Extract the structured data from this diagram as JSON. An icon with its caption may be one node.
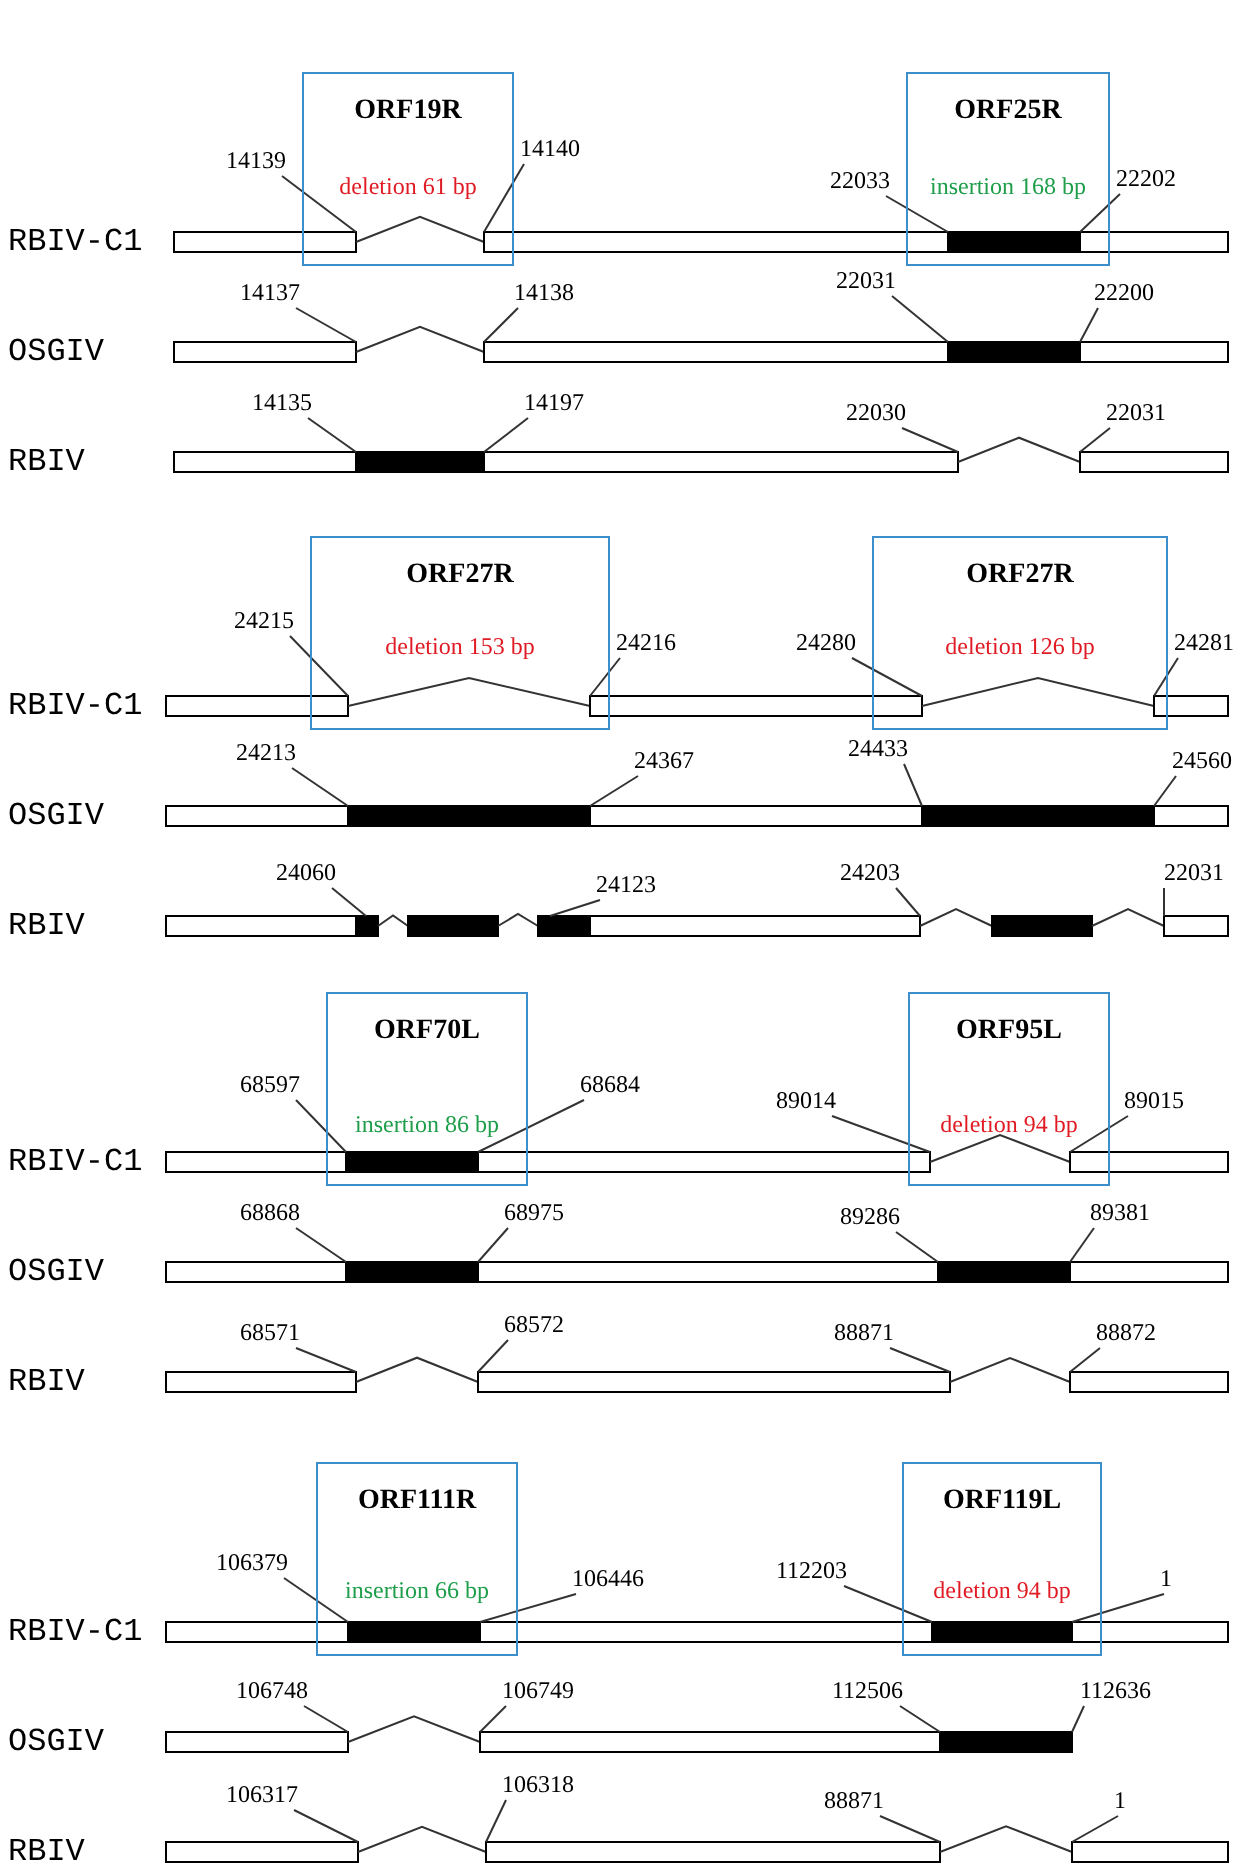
{
  "diagram": {
    "nodes": [
      {
        "text": [
          "ORF19R",
          "deletion 61 bp"
        ]
      },
      {
        "text": [
          "ORF25R",
          "insertion 168 bp"
        ]
      },
      {
        "text": [
          "14139"
        ]
      },
      {
        "text": [
          "14140"
        ]
      },
      {
        "text": [
          "22033"
        ]
      },
      {
        "text": [
          "22202"
        ]
      },
      {
        "text": [
          "14137"
        ]
      },
      {
        "text": [
          "14138"
        ]
      },
      {
        "text": [
          "22031"
        ]
      },
      {
        "text": [
          "22200"
        ]
      },
      {
        "text": [
          "14135"
        ]
      },
      {
        "text": [
          "14197"
        ]
      },
      {
        "text": [
          "22030"
        ]
      },
      {
        "text": [
          "22031"
        ]
      },
      {
        "text": [
          "ORF27R",
          "deletion 153 bp"
        ]
      },
      {
        "text": [
          "ORF27R",
          "deletion 126 bp"
        ]
      },
      {
        "text": [
          "24215"
        ]
      },
      {
        "text": [
          "24216"
        ]
      },
      {
        "text": [
          "24280"
        ]
      },
      {
        "text": [
          "24281"
        ]
      },
      {
        "text": [
          "24213"
        ]
      },
      {
        "text": [
          "24367"
        ]
      },
      {
        "text": [
          "24433"
        ]
      },
      {
        "text": [
          "24560"
        ]
      },
      {
        "text": [
          "24060"
        ]
      },
      {
        "text": [
          "24123"
        ]
      },
      {
        "text": [
          "24203"
        ]
      },
      {
        "text": [
          "22031"
        ]
      },
      {
        "text": [
          "ORF70L",
          "insertion 86 bp"
        ]
      },
      {
        "text": [
          "ORF95L",
          "deletion 94 bp"
        ]
      },
      {
        "text": [
          "68597"
        ]
      },
      {
        "text": [
          "68684"
        ]
      },
      {
        "text": [
          "89014"
        ]
      },
      {
        "text": [
          "89015"
        ]
      },
      {
        "text": [
          "68868"
        ]
      },
      {
        "text": [
          "68975"
        ]
      },
      {
        "text": [
          "89286"
        ]
      },
      {
        "text": [
          "89381"
        ]
      },
      {
        "text": [
          "68571"
        ]
      },
      {
        "text": [
          "68572"
        ]
      },
      {
        "text": [
          "88871"
        ]
      },
      {
        "text": [
          "88872"
        ]
      },
      {
        "text": [
          "ORF111R",
          "insertion 66 bp"
        ]
      },
      {
        "text": [
          "ORF119L",
          "deletion 94 bp"
        ]
      },
      {
        "text": [
          "106379"
        ]
      },
      {
        "text": [
          "106446"
        ]
      },
      {
        "text": [
          "112203"
        ]
      },
      {
        "text": [
          "1"
        ]
      },
      {
        "text": [
          "106748"
        ]
      },
      {
        "text": [
          "106749"
        ]
      },
      {
        "text": [
          "112506"
        ]
      },
      {
        "text": [
          "112636"
        ]
      },
      {
        "text": [
          "106317"
        ]
      },
      {
        "text": [
          "106318"
        ]
      },
      {
        "text": [
          "88871"
        ]
      },
      {
        "text": [
          "1"
        ]
      },
      {
        "text": [],
        "shape": "bar"
      },
      {
        "text": [],
        "shape": "bar"
      },
      {
        "text": [],
        "shape": "bar"
      },
      {
        "text": [],
        "shape": "bar"
      },
      {
        "text": [],
        "shape": "bar"
      },
      {
        "text": [],
        "shape": "bar"
      },
      {
        "text": [],
        "shape": "bar"
      },
      {
        "text": [],
        "shape": "bar"
      },
      {
        "text": [],
        "shape": "bar"
      },
      {
        "text": [],
        "shape": "bar"
      },
      {
        "text": [],
        "shape": "bar"
      },
      {
        "text": [],
        "shape": "bar"
      }
    ],
    "edges": [
      {
        "from": 2,
        "to": 56,
        "arrow": "none"
      },
      {
        "from": 3,
        "to": 56,
        "arrow": "none"
      },
      {
        "from": 4,
        "to": 56,
        "arrow": "none"
      },
      {
        "from": 5,
        "to": 56,
        "arrow": "none"
      },
      {
        "from": 6,
        "to": 57,
        "arrow": "none"
      },
      {
        "from": 7,
        "to": 57,
        "arrow": "none"
      },
      {
        "from": 8,
        "to": 57,
        "arrow": "none"
      },
      {
        "from": 9,
        "to": 57,
        "arrow": "none"
      },
      {
        "from": 10,
        "to": 58,
        "arrow": "none"
      },
      {
        "from": 11,
        "to": 58,
        "arrow": "none"
      },
      {
        "from": 12,
        "to": 58,
        "arrow": "none"
      },
      {
        "from": 13,
        "to": 58,
        "arrow": "none"
      },
      {
        "from": 16,
        "to": 59,
        "arrow": "none"
      },
      {
        "from": 17,
        "to": 59,
        "arrow": "none"
      },
      {
        "from": 18,
        "to": 59,
        "arrow": "none"
      },
      {
        "from": 19,
        "to": 59,
        "arrow": "none"
      },
      {
        "from": 20,
        "to": 60,
        "arrow": "none"
      },
      {
        "from": 21,
        "to": 60,
        "arrow": "none"
      },
      {
        "from": 22,
        "to": 60,
        "arrow": "none"
      },
      {
        "from": 23,
        "to": 60,
        "arrow": "none"
      },
      {
        "from": 24,
        "to": 61,
        "arrow": "none"
      },
      {
        "from": 25,
        "to": 61,
        "arrow": "none"
      },
      {
        "from": 26,
        "to": 61,
        "arrow": "none"
      },
      {
        "from": 27,
        "to": 61,
        "arrow": "none"
      },
      {
        "from": 30,
        "to": 62,
        "arrow": "none"
      },
      {
        "from": 31,
        "to": 62,
        "arrow": "none"
      },
      {
        "from": 32,
        "to": 62,
        "arrow": "none"
      },
      {
        "from": 33,
        "to": 62,
        "arrow": "none"
      },
      {
        "from": 34,
        "to": 63,
        "arrow": "none"
      },
      {
        "from": 35,
        "to": 63,
        "arrow": "none"
      },
      {
        "from": 36,
        "to": 63,
        "arrow": "none"
      },
      {
        "from": 37,
        "to": 63,
        "arrow": "none"
      },
      {
        "from": 38,
        "to": 64,
        "arrow": "none"
      },
      {
        "from": 39,
        "to": 64,
        "arrow": "none"
      },
      {
        "from": 40,
        "to": 64,
        "arrow": "none"
      },
      {
        "from": 41,
        "to": 64,
        "arrow": "none"
      },
      {
        "from": 44,
        "to": 65,
        "arrow": "none"
      },
      {
        "from": 45,
        "to": 65,
        "arrow": "none"
      },
      {
        "from": 46,
        "to": 65,
        "arrow": "none"
      },
      {
        "from": 47,
        "to": 65,
        "arrow": "none"
      },
      {
        "from": 48,
        "to": 66,
        "arrow": "none"
      },
      {
        "from": 49,
        "to": 66,
        "arrow": "none"
      },
      {
        "from": 50,
        "to": 66,
        "arrow": "none"
      },
      {
        "from": 51,
        "to": 66,
        "arrow": "none"
      },
      {
        "from": 52,
        "to": 67,
        "arrow": "none"
      },
      {
        "from": 53,
        "to": 67,
        "arrow": "none"
      },
      {
        "from": 54,
        "to": 67,
        "arrow": "none"
      },
      {
        "from": 55,
        "to": 67,
        "arrow": "none"
      }
    ],
    "labels": [
      "RBIV-C1",
      "OSGIV",
      "RBIV",
      "RBIV-C1",
      "OSGIV",
      "RBIV",
      "RBIV-C1",
      "OSGIV",
      "RBIV",
      "RBIV-C1",
      "OSGIV",
      "RBIV"
    ]
  }
}
